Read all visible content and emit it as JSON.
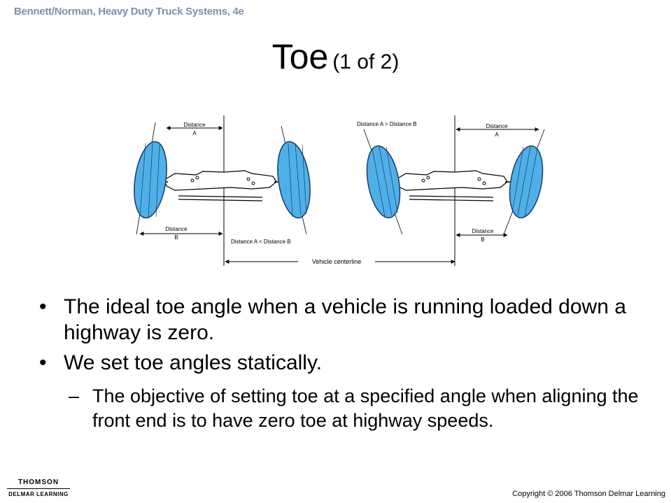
{
  "header": {
    "credit": "Bennett/Norman, Heavy Duty Truck Systems, 4e"
  },
  "title": {
    "main": "Toe",
    "sub": "(1 of 2)"
  },
  "diagram": {
    "left": {
      "distance_a": "Distance",
      "distance_a_letter": "A",
      "distance_b": "Distance",
      "distance_b_letter": "B",
      "comparison": "Distance A < Distance B"
    },
    "right": {
      "comparison": "Distance A > Distance B",
      "distance_a": "Distance",
      "distance_a_letter": "A",
      "distance_b": "Distance",
      "distance_b_letter": "B"
    },
    "centerline_label": "Vehicle centerline",
    "wheel_color": "#4fb0e8"
  },
  "bullets": [
    {
      "text": "The ideal toe angle when a vehicle is running loaded down a highway is zero."
    },
    {
      "text": "We set toe angles statically."
    }
  ],
  "subbullets": [
    {
      "text": "The objective of setting toe at a specified angle when aligning the front end is to have zero toe at highway speeds."
    }
  ],
  "symbols": {
    "bullet": "•",
    "dash": "–"
  },
  "footer": {
    "logo_line1": "THOMSON",
    "logo_line2": "DELMAR LEARNING",
    "copyright": "Copyright © 2006 Thomson Delmar Learning"
  }
}
